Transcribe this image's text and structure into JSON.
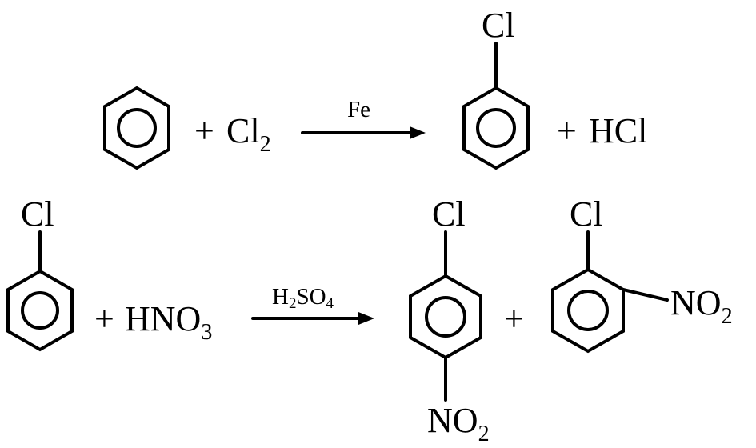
{
  "reaction1": {
    "plus1": "+",
    "reagent": {
      "base": "Cl",
      "subscript": "2"
    },
    "catalyst": "Fe",
    "product_substituent": "Cl",
    "plus2": "+",
    "byproduct": "HCl"
  },
  "reaction2": {
    "reactant_substituent": "Cl",
    "plus1": "+",
    "reagent": {
      "base": "HNO",
      "subscript": "3"
    },
    "catalyst": {
      "p1": "H",
      "s1": "2",
      "p2": "SO",
      "s2": "4"
    },
    "product1_top": "Cl",
    "product1_bottom": {
      "base": "NO",
      "subscript": "2"
    },
    "plus2": "+",
    "product2_top": "Cl",
    "product2_side": {
      "base": "NO",
      "subscript": "2"
    }
  }
}
